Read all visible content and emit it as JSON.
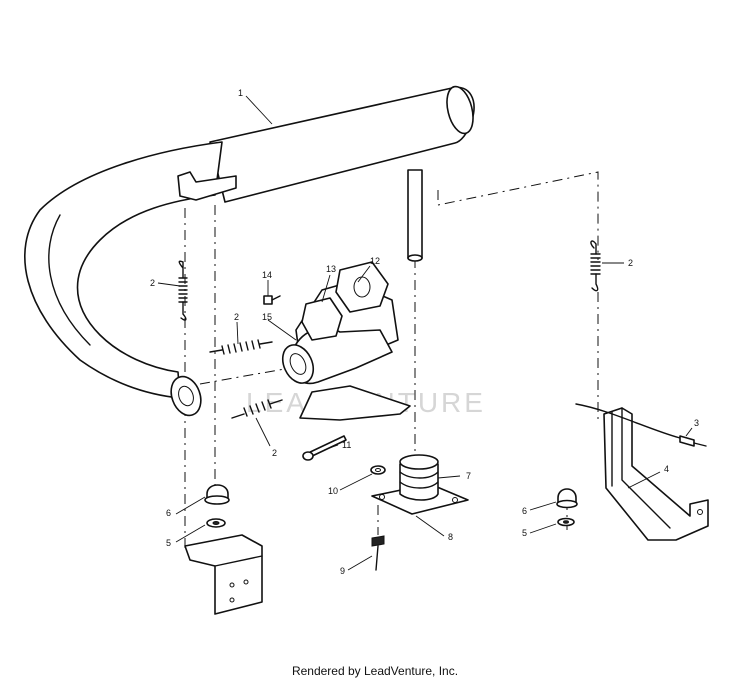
{
  "watermark": "LEADVENTURE",
  "footer": "Rendered by LeadVenture, Inc.",
  "callouts": [
    "1",
    "2",
    "2",
    "2",
    "2",
    "3",
    "4",
    "5",
    "5",
    "6",
    "6",
    "7",
    "8",
    "9",
    "10",
    "11",
    "12",
    "13",
    "14",
    "15"
  ]
}
